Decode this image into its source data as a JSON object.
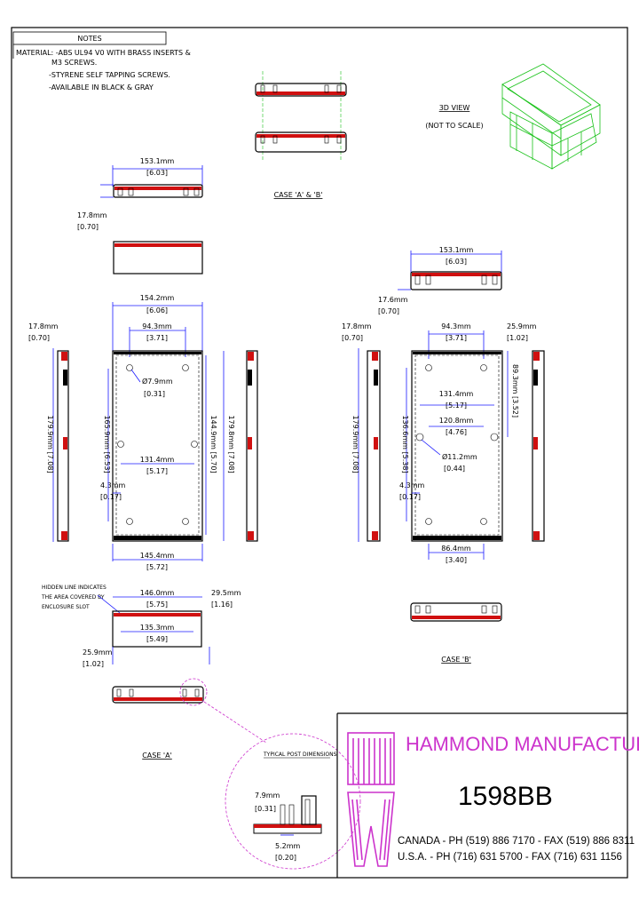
{
  "notes": {
    "title": "NOTES",
    "line1": "MATERIAL: -ABS UL94 V0 WITH BRASS INSERTS &",
    "line2": "M3 SCREWS.",
    "line3": "-STYRENE SELF TAPPING SCREWS.",
    "line4": "-AVAILABLE IN BLACK & GRAY"
  },
  "view3d": {
    "title": "3D VIEW",
    "subtitle": "(NOT TO SCALE)"
  },
  "captions": {
    "case_ab": "CASE 'A' & 'B'",
    "case_b": "CASE 'B'",
    "case_a": "CASE 'A'"
  },
  "hidden_note": {
    "l1": "HIDDEN LINE INDICATES",
    "l2": "THE AREA COVERED BY",
    "l3": "ENCLOSURE SLOT"
  },
  "typical_post": "TYPICAL POST DIMENSIONS",
  "dims": {
    "w153": "153.1mm",
    "w153i": "[6.03]",
    "h178": "17.8mm",
    "h178i": "[0.70]",
    "w154": "154.2mm",
    "w154i": "[6.06]",
    "w943": "94.3mm",
    "w943i": "[3.71]",
    "d79": "Ø7.9mm",
    "d79i": "[0.31]",
    "w1314": "131.4mm",
    "w1314i": "[5.17]",
    "w43": "4.3mm",
    "w43i": "[0.17]",
    "w1454": "145.4mm",
    "w1454i": "[5.72]",
    "v1799": "179.9mm [7.08]",
    "v1659": "165.9mm [6.53]",
    "v1449": "144.9mm [5.70]",
    "v1798": "179.8mm [7.08]",
    "v1366": "136.6mm [5.38]",
    "v893": "89.3mm [3.52]",
    "v1799b": "179.9mm [7.08]",
    "w259": "25.9mm",
    "w259i": "[1.02]",
    "w176": "17.6mm",
    "w176i": "[0.70]",
    "w1208": "120.8mm",
    "w1208i": "[4.76]",
    "d112": "Ø11.2mm",
    "d112i": "[0.44]",
    "w864": "86.4mm",
    "w864i": "[3.40]",
    "w1460": "146.0mm",
    "w1460i": "[5.75]",
    "w295": "29.5mm",
    "w295i": "[1.16]",
    "w1353": "135.3mm",
    "w1353i": "[5.49]",
    "w259b": "25.9mm",
    "w259bi": "[1.02]",
    "p79": "7.9mm",
    "p79i": "[0.31]",
    "p52": "5.2mm",
    "p52i": "[0.20]"
  },
  "title_block": {
    "company": "HAMMOND MANUFACTURING",
    "part": "1598BB",
    "canada": "CANADA  -  PH (519) 886 7170  -  FAX (519) 886 8311",
    "usa": "U.S.A.  -  PH (716) 631 5700  -  FAX (716) 631 1156"
  },
  "colors": {
    "accent": "#d01010",
    "dimension": "#1a1aff",
    "logo": "#cc33cc",
    "iso": "#19c219"
  }
}
